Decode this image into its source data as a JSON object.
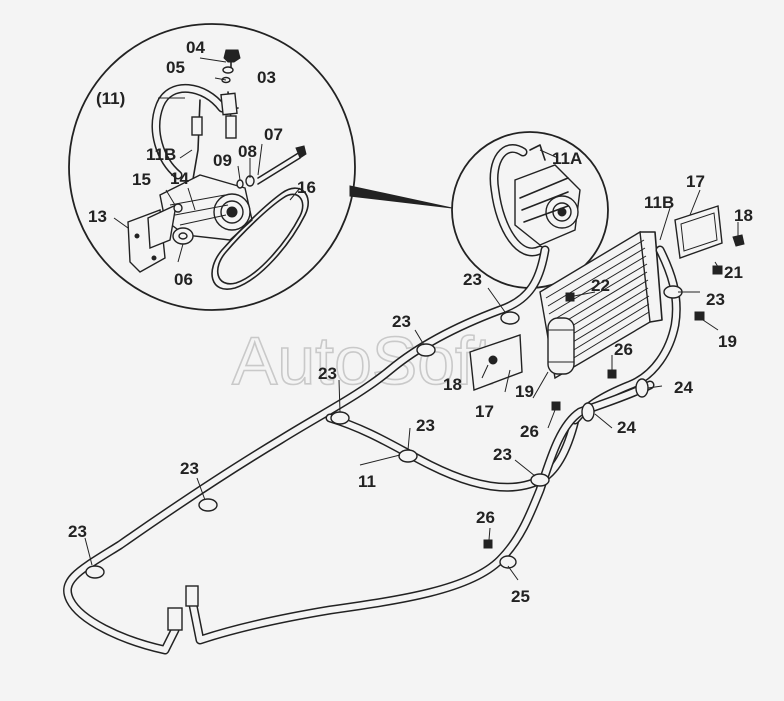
{
  "watermark": "AutoSoft",
  "labels": {
    "l03": "03",
    "l04": "04",
    "l05": "05",
    "l11p": "(11)",
    "l07": "07",
    "l08": "08",
    "l09": "09",
    "l11b_detail": "11B",
    "l15": "15",
    "l14": "14",
    "l16": "16",
    "l13": "13",
    "l06": "06",
    "l11a": "11A",
    "l17_top": "17",
    "l11b_right": "11B",
    "l18_right": "18",
    "l21": "21",
    "l23_right": "23",
    "l19_right": "19",
    "l23_top": "23",
    "l22": "22",
    "l23_mid": "23",
    "l26_a": "26",
    "l18_low": "18",
    "l17_low": "17",
    "l19_low": "19",
    "l24_a": "24",
    "l23_left": "23",
    "l26_b": "26",
    "l24_b": "24",
    "l23_c": "23",
    "l11": "11",
    "l23_d": "23",
    "l23_e": "23",
    "l23_f": "23",
    "l26_c": "26",
    "l25": "25"
  }
}
